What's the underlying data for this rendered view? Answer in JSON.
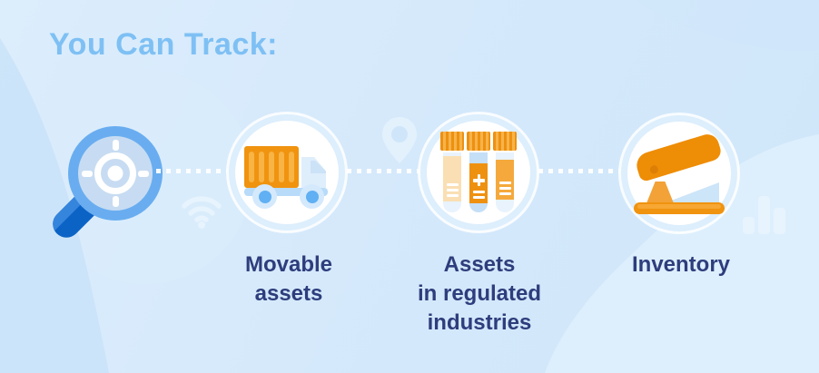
{
  "title": "You Can Track:",
  "items": [
    {
      "label": "Movable\nassets",
      "icon": "truck-icon"
    },
    {
      "label": "Assets\nin regulated\nindustries",
      "icon": "test-tubes-icon"
    },
    {
      "label": "Inventory",
      "icon": "stapler-icon"
    }
  ],
  "decorative_icons": [
    "target-magnifier-icon",
    "wifi-icon",
    "location-pin-icon",
    "bar-chart-icon"
  ],
  "colors": {
    "background": "#d5e9fb",
    "title_text": "#7ec0f4",
    "label_text": "#2e3d7c",
    "accent_orange": "#f0930f",
    "accent_orange_light": "#f8b445",
    "lens_ring_blue": "#69adf0",
    "handle_blue": "#0c63c6",
    "handle_navy": "#2a336f",
    "wheel_hub_blue": "#60b0f3",
    "icon_circle": "#ffffff"
  }
}
